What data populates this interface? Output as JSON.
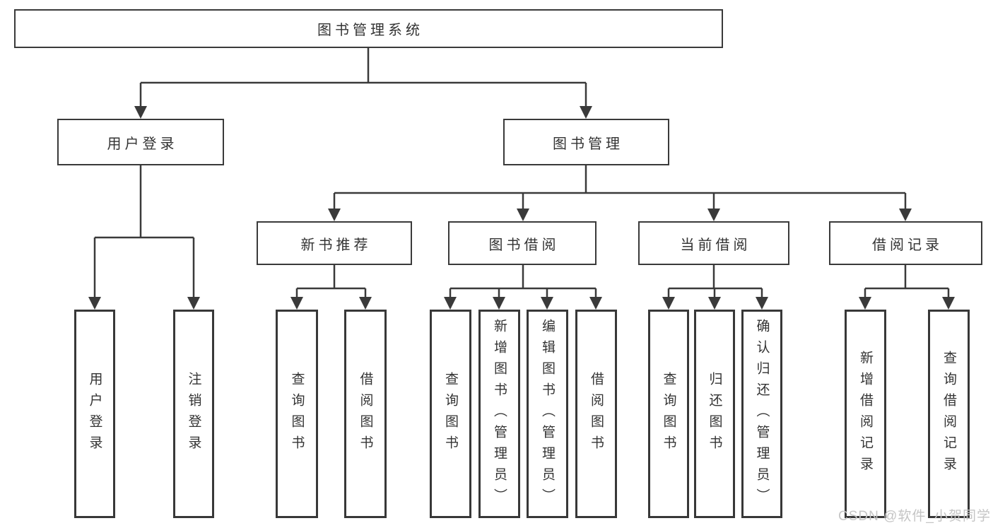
{
  "nodes": {
    "root": "图书管理系统",
    "level2": [
      "用户登录",
      "图书管理"
    ],
    "level3": [
      "新书推荐",
      "图书借阅",
      "当前借阅",
      "借阅记录"
    ],
    "leaves_login": [
      "用户登录",
      "注销登录"
    ],
    "leaves_newbooks": [
      "查询图书",
      "借阅图书"
    ],
    "leaves_borrow": [
      "查询图书",
      "新增图书（管理员）",
      "编辑图书（管理员）",
      "借阅图书"
    ],
    "leaves_current": [
      "查询图书",
      "归还图书",
      "确认归还（管理员）"
    ],
    "leaves_records": [
      "新增借阅记录",
      "查询借阅记录"
    ]
  },
  "watermark": {
    "text": "CSDN @软件_小贺同学"
  },
  "colors": {
    "line": "#3a3a3a",
    "text": "#333333",
    "box_background": "#ffffff",
    "watermark": "#c5c5c5",
    "background": "#ffffff"
  }
}
